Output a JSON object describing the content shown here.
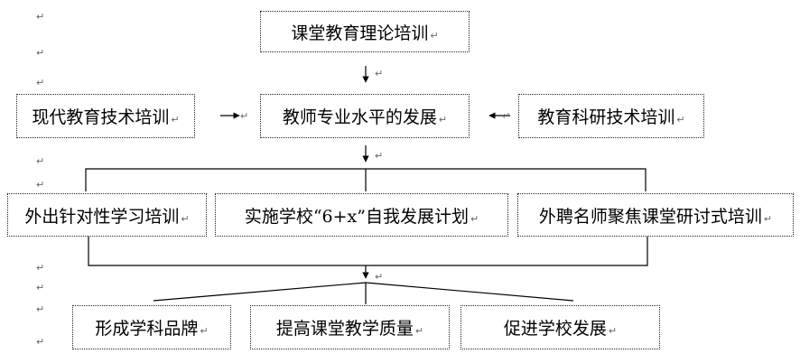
{
  "para_mark": "↵",
  "boxes": {
    "classroom_theory": "课堂教育理论培训",
    "modern_tech": "现代教育技术培训",
    "teacher_dev": "教师专业水平的发展",
    "research_tech": "教育科研技术培训",
    "outbound": "外出针对性学习培训",
    "plan_6x": "实施学校“6+x”自我发展计划",
    "famous_teachers": "外聘名师聚焦课堂研讨式培训",
    "subject_brand": "形成学科品牌",
    "teaching_quality": "提高课堂教学质量",
    "school_dev": "促进学校发展"
  }
}
